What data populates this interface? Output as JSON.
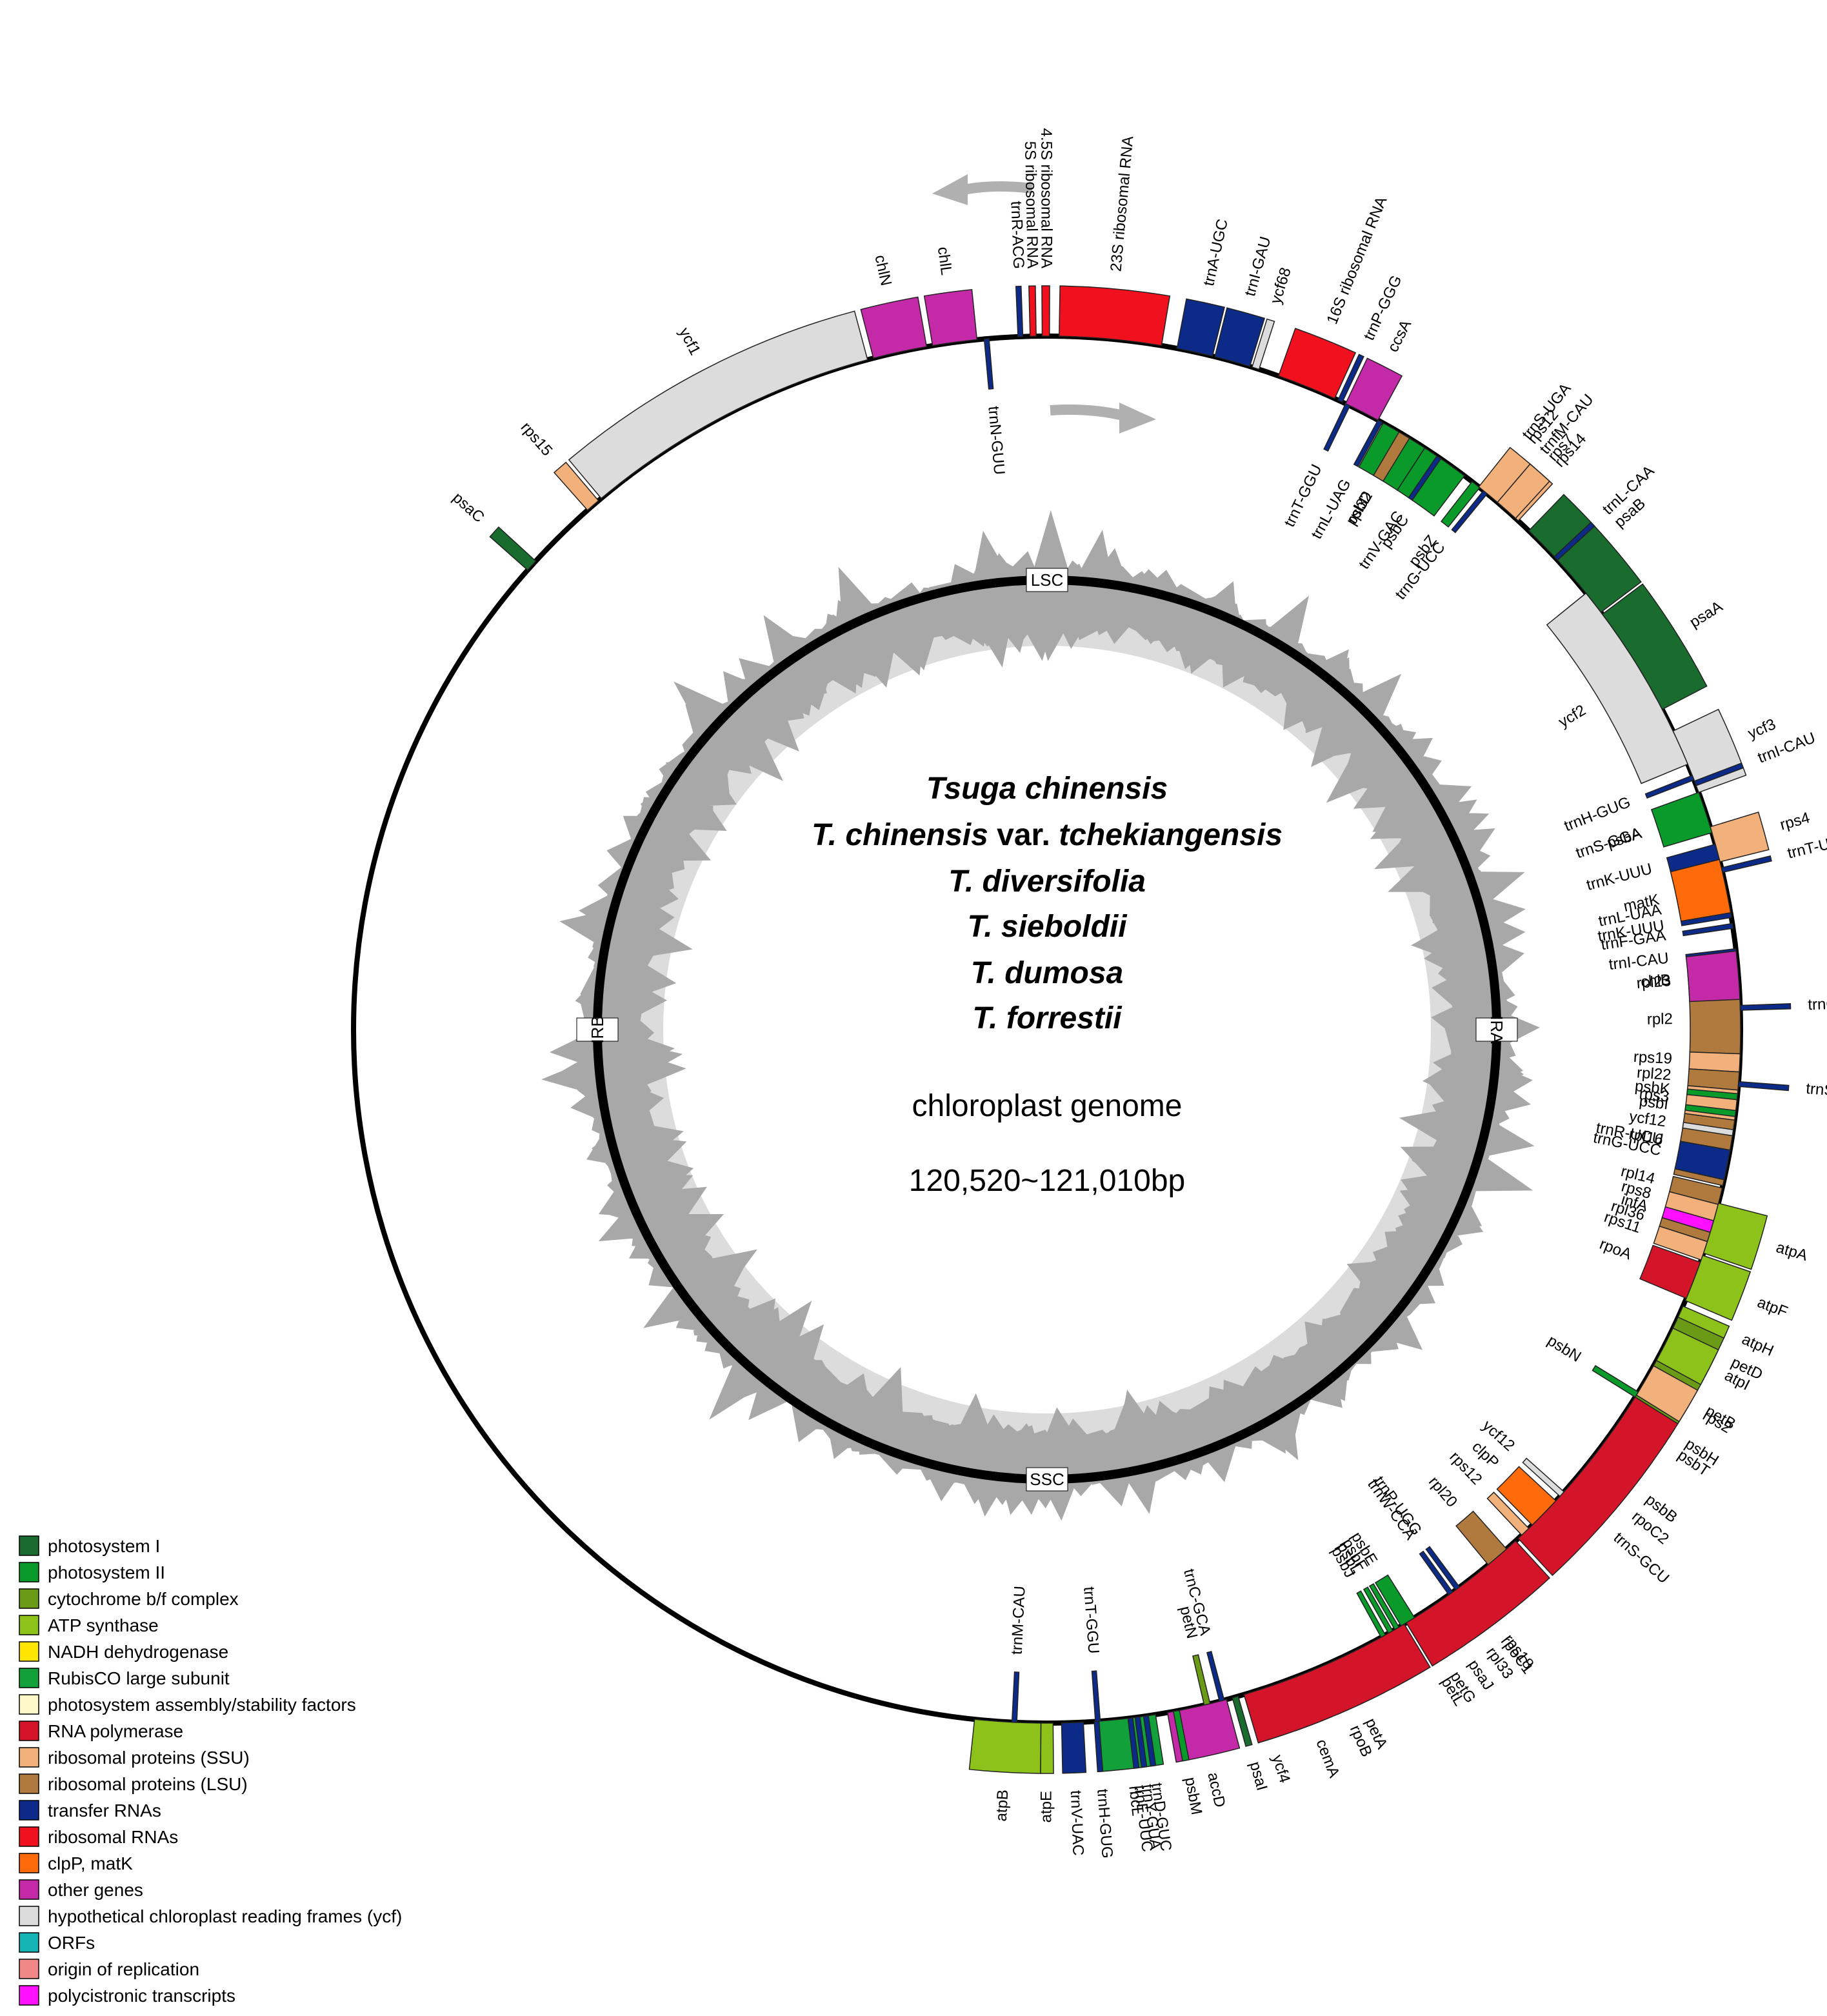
{
  "title": {
    "species": [
      {
        "italic": "Tsuga chinensis",
        "plain": "",
        "italic2": ""
      },
      {
        "italic": "T. chinensis",
        "plain": " var. ",
        "italic2": "tchekiangensis"
      },
      {
        "italic": "T. diversifolia",
        "plain": "",
        "italic2": ""
      },
      {
        "italic": "T. sieboldii",
        "plain": "",
        "italic2": ""
      },
      {
        "italic": "T. dumosa",
        "plain": "",
        "italic2": ""
      },
      {
        "italic": "T. forrestii",
        "plain": "",
        "italic2": ""
      }
    ],
    "subtitle": "chloroplast genome",
    "size": "120,520~121,010bp"
  },
  "regions": [
    {
      "label": "LSC",
      "angle": 0
    },
    {
      "label": "SSC",
      "angle": 180
    },
    {
      "label": "IRA",
      "angle": 90
    },
    {
      "label": "IRB",
      "angle": 270
    }
  ],
  "colors": {
    "photosystem_I": "#1a6b2e",
    "photosystem_II": "#0a9a2a",
    "cytochrome": "#6b9a16",
    "atp": "#8cc21a",
    "ndh": "#ffe600",
    "rubisco": "#12a03a",
    "ps_assembly": "#fff8c8",
    "rna_pol": "#d41428",
    "ssu": "#f2b07a",
    "lsu": "#b07a3e",
    "trna": "#0c2a88",
    "rrna": "#f0101e",
    "clpp_matk": "#ff6a0a",
    "other": "#c42aa8",
    "ycf": "#dcdcdc",
    "orf": "#14b4b4",
    "ori": "#f08888",
    "poly": "#ff10ff"
  },
  "genes": [
    {
      "name": "23S ribosomal RNA",
      "start": 1.0,
      "end": 9.5,
      "cat": "rrna",
      "side": "out"
    },
    {
      "name": "4.5S ribosomal RNA",
      "start": -0.4,
      "end": 0.2,
      "cat": "rrna",
      "side": "out"
    },
    {
      "name": "5S ribosomal RNA",
      "start": -1.4,
      "end": -0.9,
      "cat": "rrna",
      "side": "out"
    },
    {
      "name": "trnR-ACG",
      "start": -2.4,
      "end": -2.0,
      "cat": "trna",
      "side": "out"
    },
    {
      "name": "trnA-UGC",
      "start": 10.8,
      "end": 13.8,
      "cat": "trna",
      "side": "out"
    },
    {
      "name": "trnI-GAU",
      "start": 14.0,
      "end": 17.0,
      "cat": "trna",
      "side": "out"
    },
    {
      "name": "ycf68",
      "start": 17.2,
      "end": 17.8,
      "cat": "ycf",
      "side": "out"
    },
    {
      "name": "16S ribosomal RNA",
      "start": 19.5,
      "end": 24.5,
      "cat": "rrna",
      "side": "out"
    },
    {
      "name": "trnN-GUU",
      "start": -5.2,
      "end": -4.8,
      "cat": "trna",
      "side": "in"
    },
    {
      "name": "chlL",
      "start": -9.5,
      "end": -5.8,
      "cat": "other",
      "side": "out"
    },
    {
      "name": "chlN",
      "start": -14.5,
      "end": -10.0,
      "cat": "other",
      "side": "out"
    },
    {
      "name": "ycf1",
      "start": -40.0,
      "end": -15.0,
      "cat": "ycf",
      "side": "out"
    },
    {
      "name": "rps15",
      "start": -41.5,
      "end": -40.3,
      "cat": "ssu",
      "side": "out"
    },
    {
      "name": "psaC",
      "start": -48.5,
      "end": -47.5,
      "cat": "photosystem_I",
      "side": "out"
    },
    {
      "name": "trnT-GGU",
      "start": 25.5,
      "end": 25.9,
      "cat": "trna",
      "side": "in"
    },
    {
      "name": "psbD",
      "start": 29.0,
      "end": 33.0,
      "cat": "photosystem_II",
      "side": "in"
    },
    {
      "name": "psbC",
      "start": 33.0,
      "end": 37.0,
      "cat": "photosystem_II",
      "side": "in"
    },
    {
      "name": "psbZ",
      "start": 37.8,
      "end": 38.6,
      "cat": "photosystem_II",
      "side": "in"
    },
    {
      "name": "trnG-UCC",
      "start": 39.0,
      "end": 39.4,
      "cat": "trna",
      "side": "in"
    },
    {
      "name": "trnS-UGA",
      "start": 38.8,
      "end": 39.2,
      "cat": "trna",
      "side": "out"
    },
    {
      "name": "trnfM-CAU",
      "start": 40.5,
      "end": 40.9,
      "cat": "trna",
      "side": "out"
    },
    {
      "name": "rps14",
      "start": 41.5,
      "end": 42.8,
      "cat": "ssu",
      "side": "out"
    },
    {
      "name": "psaB",
      "start": 44.0,
      "end": 53.0,
      "cat": "photosystem_I",
      "side": "out"
    },
    {
      "name": "psaA",
      "start": 53.2,
      "end": 62.5,
      "cat": "photosystem_I",
      "side": "out"
    },
    {
      "name": "ycf3",
      "start": 64.5,
      "end": 70.0,
      "cat": "ycf",
      "side": "out"
    },
    {
      "name": "rps4",
      "start": 73.0,
      "end": 76.0,
      "cat": "ssu",
      "side": "out"
    },
    {
      "name": "trnT-UGU",
      "start": 76.5,
      "end": 76.9,
      "cat": "trna",
      "side": "out"
    },
    {
      "name": "trnS-GGA",
      "start": 71.5,
      "end": 71.9,
      "cat": "trna",
      "side": "in"
    },
    {
      "name": "trnL-UAA",
      "start": 78.0,
      "end": 80.0,
      "cat": "trna",
      "side": "in"
    },
    {
      "name": "trnF-GAA",
      "start": 81.2,
      "end": 81.6,
      "cat": "trna",
      "side": "in"
    },
    {
      "name": "trnI-CAU",
      "start": 83.3,
      "end": 83.7,
      "cat": "trna",
      "side": "in"
    },
    {
      "name": "rpl23",
      "start": 85.0,
      "end": 86.2,
      "cat": "lsu",
      "side": "in"
    },
    {
      "name": "rpl2",
      "start": 86.2,
      "end": 92.0,
      "cat": "lsu",
      "side": "in"
    },
    {
      "name": "rps19",
      "start": 92.0,
      "end": 93.5,
      "cat": "ssu",
      "side": "in"
    },
    {
      "name": "rpl22",
      "start": 93.5,
      "end": 95.0,
      "cat": "lsu",
      "side": "in"
    },
    {
      "name": "rps3",
      "start": 95.0,
      "end": 97.5,
      "cat": "ssu",
      "side": "in"
    },
    {
      "name": "rpl16",
      "start": 97.5,
      "end": 103.0,
      "cat": "lsu",
      "side": "in"
    },
    {
      "name": "rpl14",
      "start": 103.2,
      "end": 104.6,
      "cat": "lsu",
      "side": "in"
    },
    {
      "name": "rps8",
      "start": 104.6,
      "end": 106.0,
      "cat": "ssu",
      "side": "in"
    },
    {
      "name": "infA",
      "start": 106.0,
      "end": 107.0,
      "cat": "poly",
      "side": "in"
    },
    {
      "name": "rpl36",
      "start": 107.0,
      "end": 107.8,
      "cat": "lsu",
      "side": "in"
    },
    {
      "name": "rps11",
      "start": 107.8,
      "end": 109.4,
      "cat": "ssu",
      "side": "in"
    },
    {
      "name": "rpoA",
      "start": 109.6,
      "end": 112.8,
      "cat": "rna_pol",
      "side": "in"
    },
    {
      "name": "petD",
      "start": 114.0,
      "end": 117.8,
      "cat": "cytochrome",
      "side": "out"
    },
    {
      "name": "petB",
      "start": 118.0,
      "end": 122.0,
      "cat": "cytochrome",
      "side": "out"
    },
    {
      "name": "psbH",
      "start": 122.5,
      "end": 123.3,
      "cat": "photosystem_II",
      "side": "out"
    },
    {
      "name": "psbT",
      "start": 123.6,
      "end": 124.2,
      "cat": "photosystem_II",
      "side": "out"
    },
    {
      "name": "psbN",
      "start": 121.5,
      "end": 122.0,
      "cat": "photosystem_II",
      "side": "in"
    },
    {
      "name": "psbB",
      "start": 125.5,
      "end": 130.5,
      "cat": "photosystem_II",
      "side": "out"
    },
    {
      "name": "trnS-GCU",
      "start": 131.5,
      "end": 131.9,
      "cat": "trna",
      "side": "out"
    },
    {
      "name": "ycf12",
      "start": 131.8,
      "end": 132.3,
      "cat": "ycf",
      "side": "in"
    },
    {
      "name": "clpP",
      "start": 132.8,
      "end": 135.6,
      "cat": "clpp_matk",
      "side": "in"
    },
    {
      "name": "rps12",
      "start": 136.0,
      "end": 136.8,
      "cat": "ssu",
      "side": "in"
    },
    {
      "name": "rpl20",
      "start": 138.5,
      "end": 140.5,
      "cat": "lsu",
      "side": "in"
    },
    {
      "name": "trnP-UGG",
      "start": 143.5,
      "end": 143.9,
      "cat": "trna",
      "side": "in"
    },
    {
      "name": "trnW-CCA",
      "start": 144.2,
      "end": 144.6,
      "cat": "trna",
      "side": "in"
    },
    {
      "name": "rps18",
      "start": 142.0,
      "end": 143.8,
      "cat": "ssu",
      "side": "out"
    },
    {
      "name": "rpl33",
      "start": 144.0,
      "end": 145.0,
      "cat": "lsu",
      "side": "out"
    },
    {
      "name": "psaJ",
      "start": 145.8,
      "end": 146.5,
      "cat": "photosystem_I",
      "side": "out"
    },
    {
      "name": "petG",
      "start": 147.5,
      "end": 148.0,
      "cat": "cytochrome",
      "side": "out"
    },
    {
      "name": "petL",
      "start": 148.3,
      "end": 148.8,
      "cat": "cytochrome",
      "side": "out"
    },
    {
      "name": "psbE",
      "start": 148.0,
      "end": 149.3,
      "cat": "photosystem_II",
      "side": "in"
    },
    {
      "name": "psbF",
      "start": 149.5,
      "end": 149.9,
      "cat": "photosystem_II",
      "side": "in"
    },
    {
      "name": "psbL",
      "start": 150.1,
      "end": 150.5,
      "cat": "photosystem_II",
      "side": "in"
    },
    {
      "name": "psbJ",
      "start": 150.8,
      "end": 151.2,
      "cat": "photosystem_II",
      "side": "in"
    },
    {
      "name": "petA",
      "start": 153.0,
      "end": 157.0,
      "cat": "cytochrome",
      "side": "out"
    },
    {
      "name": "cemA",
      "start": 157.5,
      "end": 160.5,
      "cat": "other",
      "side": "out"
    },
    {
      "name": "ycf4",
      "start": 161.5,
      "end": 163.5,
      "cat": "ycf",
      "side": "out"
    },
    {
      "name": "psaI",
      "start": 164.0,
      "end": 164.5,
      "cat": "photosystem_I",
      "side": "out"
    },
    {
      "name": "accD",
      "start": 165.0,
      "end": 170.0,
      "cat": "other",
      "side": "out"
    },
    {
      "name": "rbcL",
      "start": 171.0,
      "end": 176.0,
      "cat": "rubisco",
      "side": "out"
    },
    {
      "name": "atpB",
      "start": 180.5,
      "end": 186.0,
      "cat": "atp",
      "side": "out"
    },
    {
      "name": "atpE",
      "start": 179.5,
      "end": 180.5,
      "cat": "atp",
      "side": "out"
    },
    {
      "name": "trnM-CAU",
      "start": 182.5,
      "end": 182.9,
      "cat": "trna",
      "side": "in"
    },
    {
      "name": "trnV-UAC",
      "start": 177.0,
      "end": 178.8,
      "cat": "trna",
      "side": "out"
    },
    {
      "name": "trnH-GUG",
      "start": 175.7,
      "end": 176.1,
      "cat": "trna",
      "side": "out"
    },
    {
      "name": "trnT-GGU",
      "start": 175.6,
      "end": 176.0,
      "cat": "trna",
      "side": "in"
    },
    {
      "name": "trnE-UUC",
      "start": 172.9,
      "end": 173.3,
      "cat": "trna",
      "side": "out"
    },
    {
      "name": "trnY-GUA",
      "start": 172.3,
      "end": 172.7,
      "cat": "trna",
      "side": "out"
    },
    {
      "name": "trnD-GUC",
      "start": 171.6,
      "end": 172.0,
      "cat": "trna",
      "side": "out"
    },
    {
      "name": "psbM",
      "start": 169.0,
      "end": 169.5,
      "cat": "photosystem_II",
      "side": "out"
    },
    {
      "name": "petN",
      "start": 166.4,
      "end": 166.9,
      "cat": "cytochrome",
      "side": "in"
    },
    {
      "name": "trnC-GCA",
      "start": 165.2,
      "end": 165.6,
      "cat": "trna",
      "side": "in"
    },
    {
      "name": "rpoB",
      "start": 149.0,
      "end": 163.5,
      "cat": "rna_pol",
      "side": "out"
    },
    {
      "name": "rpoC1",
      "start": 137.5,
      "end": 148.8,
      "cat": "rna_pol",
      "side": "out"
    },
    {
      "name": "rpoC2",
      "start": 122.0,
      "end": 137.2,
      "cat": "rna_pol",
      "side": "out"
    },
    {
      "name": "rps2",
      "start": 119.0,
      "end": 121.8,
      "cat": "ssu",
      "side": "out"
    },
    {
      "name": "atpI",
      "start": 115.5,
      "end": 118.5,
      "cat": "atp",
      "side": "out"
    },
    {
      "name": "atpH",
      "start": 113.5,
      "end": 114.5,
      "cat": "atp",
      "side": "out"
    },
    {
      "name": "atpF",
      "start": 109.0,
      "end": 113.0,
      "cat": "atp",
      "side": "out"
    },
    {
      "name": "atpA",
      "start": 104.5,
      "end": 108.8,
      "cat": "atp",
      "side": "out"
    },
    {
      "name": "trnR-UCU",
      "start": 100.0,
      "end": 100.4,
      "cat": "trna",
      "side": "in"
    },
    {
      "name": "trnG-UCC",
      "start": 100.0,
      "end": 102.5,
      "cat": "trna",
      "side": "in"
    },
    {
      "name": "ycf12",
      "start": 98.3,
      "end": 98.8,
      "cat": "ycf",
      "side": "in"
    },
    {
      "name": "psbI",
      "start": 96.7,
      "end": 97.2,
      "cat": "photosystem_II",
      "side": "in"
    },
    {
      "name": "psbK",
      "start": 95.3,
      "end": 95.8,
      "cat": "photosystem_II",
      "side": "in"
    },
    {
      "name": "trnS-GCU",
      "start": 94.3,
      "end": 94.7,
      "cat": "trna",
      "side": "out"
    },
    {
      "name": "trnQ-UUG",
      "start": 88.0,
      "end": 88.4,
      "cat": "trna",
      "side": "out"
    },
    {
      "name": "chlB",
      "start": 83.5,
      "end": 87.5,
      "cat": "other",
      "side": "in"
    },
    {
      "name": "trnK-UUU",
      "start": 74.5,
      "end": 75.8,
      "cat": "trna",
      "side": "in"
    },
    {
      "name": "matK",
      "start": 75.8,
      "end": 80.3,
      "cat": "clpp_matk",
      "side": "in"
    },
    {
      "name": "trnK-UUU",
      "start": 80.3,
      "end": 80.7,
      "cat": "trna",
      "side": "in"
    },
    {
      "name": "psbA",
      "start": 70.0,
      "end": 73.5,
      "cat": "photosystem_II",
      "side": "in"
    },
    {
      "name": "trnI-CAU",
      "start": 69.0,
      "end": 69.4,
      "cat": "trna",
      "side": "out"
    },
    {
      "name": "trnH-GUG",
      "start": 68.5,
      "end": 68.9,
      "cat": "trna",
      "side": "in"
    },
    {
      "name": "ycf2",
      "start": 51.0,
      "end": 67.5,
      "cat": "ycf",
      "side": "in"
    },
    {
      "name": "trnL-CAA",
      "start": 47.0,
      "end": 47.4,
      "cat": "trna",
      "side": "out"
    },
    {
      "name": "rps7",
      "start": 40.5,
      "end": 42.5,
      "cat": "ssu",
      "side": "out"
    },
    {
      "name": "rps12",
      "start": 38.5,
      "end": 40.5,
      "cat": "ssu",
      "side": "out"
    },
    {
      "name": "trnV-GAC",
      "start": 34.2,
      "end": 34.6,
      "cat": "trna",
      "side": "in"
    },
    {
      "name": "rpl32",
      "start": 30.5,
      "end": 31.5,
      "cat": "lsu",
      "side": "in"
    },
    {
      "name": "ccsA",
      "start": 25.5,
      "end": 28.5,
      "cat": "other",
      "side": "out"
    },
    {
      "name": "trnL-UAG",
      "start": 28.5,
      "end": 28.9,
      "cat": "trna",
      "side": "in"
    },
    {
      "name": "trnP-GGG",
      "start": 24.8,
      "end": 25.2,
      "cat": "trna",
      "side": "out"
    }
  ],
  "legend": [
    {
      "label": "photosystem I",
      "cat": "photosystem_I"
    },
    {
      "label": "photosystem II",
      "cat": "photosystem_II"
    },
    {
      "label": "cytochrome b/f complex",
      "cat": "cytochrome"
    },
    {
      "label": "ATP synthase",
      "cat": "atp"
    },
    {
      "label": "NADH dehydrogenase",
      "cat": "ndh"
    },
    {
      "label": "RubisCO large subunit",
      "cat": "rubisco"
    },
    {
      "label": "photosystem assembly/stability factors",
      "cat": "ps_assembly"
    },
    {
      "label": "RNA polymerase",
      "cat": "rna_pol"
    },
    {
      "label": "ribosomal proteins (SSU)",
      "cat": "ssu"
    },
    {
      "label": "ribosomal proteins (LSU)",
      "cat": "lsu"
    },
    {
      "label": "transfer RNAs",
      "cat": "trna"
    },
    {
      "label": "ribosomal RNAs",
      "cat": "rrna"
    },
    {
      "label": "clpP, matK",
      "cat": "clpp_matk"
    },
    {
      "label": "other genes",
      "cat": "other"
    },
    {
      "label": "hypothetical chloroplast reading frames (ycf)",
      "cat": "ycf"
    },
    {
      "label": "ORFs",
      "cat": "orf"
    },
    {
      "label": "origin of replication",
      "cat": "ori"
    },
    {
      "label": "polycistronic transcripts",
      "cat": "poly"
    }
  ]
}
